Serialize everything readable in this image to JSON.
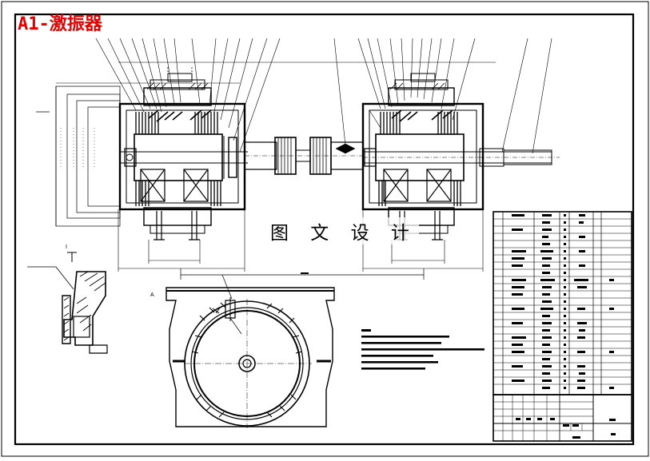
{
  "drawing": {
    "title": "A1-激振器",
    "watermark": "图 文 设 计",
    "section_label": "A",
    "detail_label": "I",
    "section_arrow_label": "A"
  },
  "bom": {
    "rows": 23
  },
  "notes": {
    "lines": 6
  }
}
